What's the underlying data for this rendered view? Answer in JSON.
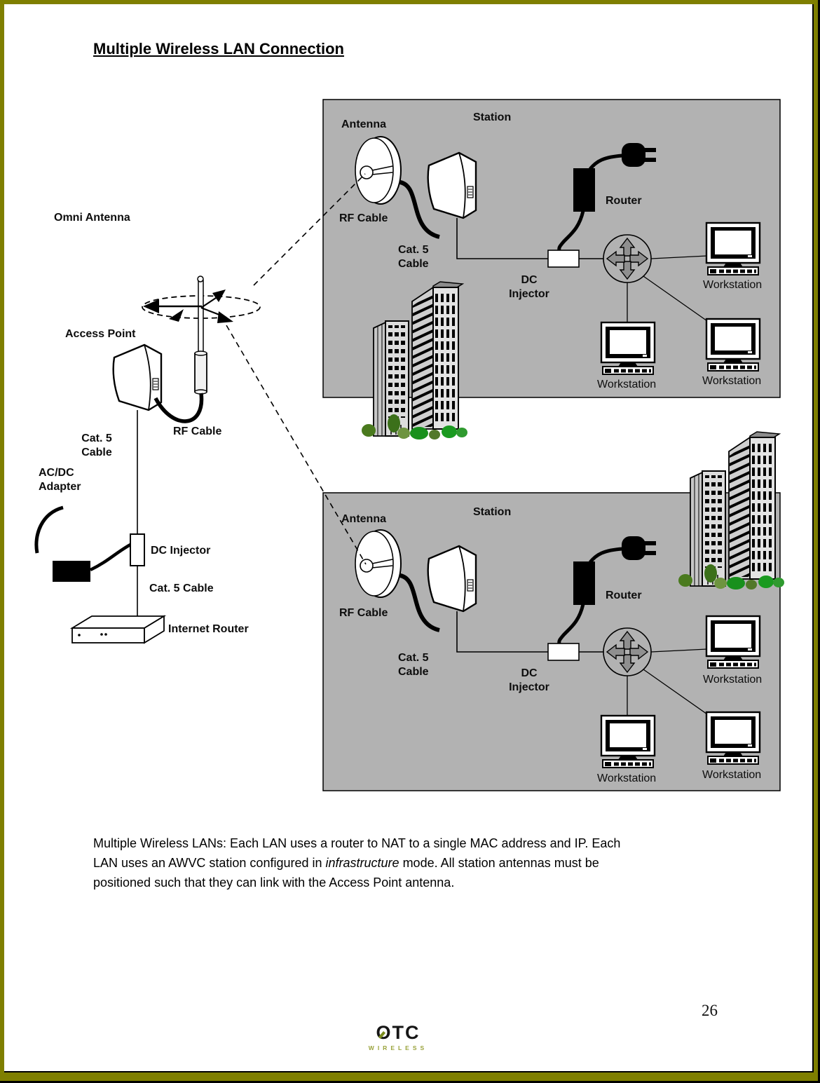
{
  "page": {
    "title": "Multiple Wireless LAN Connection",
    "page_number": "26"
  },
  "diagram": {
    "left": {
      "omni_antenna": "Omni Antenna",
      "access_point": "Access Point",
      "rf_cable": "RF Cable",
      "cat5_line1": "Cat. 5",
      "cat5_line2": "Cable",
      "acdc_line1": "AC/DC",
      "acdc_line2": "Adapter",
      "dc_injector": "DC Injector",
      "cat5_cable": "Cat. 5 Cable",
      "internet_router": "Internet Router"
    },
    "lan": {
      "antenna": "Antenna",
      "station": "Station",
      "rf_cable": "RF Cable",
      "cat5_line1": "Cat. 5",
      "cat5_line2": "Cable",
      "dc_line1": "DC",
      "dc_line2": "Injector",
      "router": "Router",
      "workstation": "Workstation"
    }
  },
  "caption": {
    "line1": "Multiple Wireless LANs: Each LAN uses a router to NAT to a single MAC address and IP.  Each",
    "line2_before": "LAN uses an AWVC station configured in ",
    "line2_italic": "infrastructure",
    "line2_after": " mode.  All station antennas must be",
    "line3": "positioned such that they can link with the Access Point antenna."
  },
  "footer": {
    "logo_text": "OTC",
    "logo_subtext": "WIRELESS"
  },
  "colors": {
    "page_border": "#7f7f00",
    "lan_box_fill": "#b2b2b2",
    "logo_olive": "#9aa33c",
    "bush_green": "#1f8a1f"
  }
}
